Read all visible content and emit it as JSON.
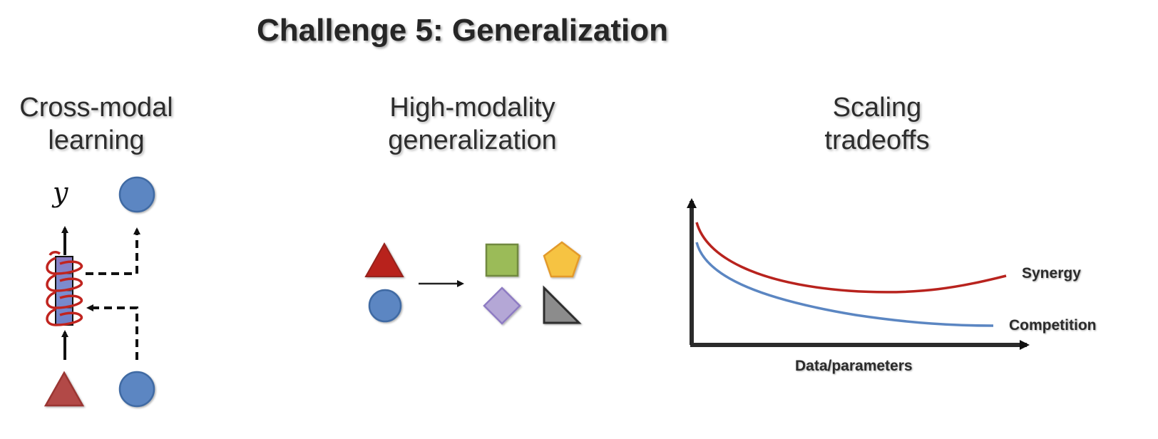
{
  "title": "Challenge 5: Generalization",
  "sections": [
    {
      "line1": "Cross-modal",
      "line2": "learning"
    },
    {
      "line1": "High-modality",
      "line2": "generalization"
    },
    {
      "line1": "Scaling",
      "line2": "tradeoffs"
    }
  ],
  "cross_modal": {
    "output_label": "y"
  },
  "scaling_chart": {
    "synergy_label": "Synergy",
    "competition_label": "Competition",
    "x_axis_label": "Data/parameters"
  },
  "colors": {
    "red": "#b8231e",
    "blue": "#5b86c2",
    "green": "#9bbb59",
    "yellow": "#f6c342",
    "purple": "#b4a7d6",
    "gray": "#8c8c8c"
  }
}
